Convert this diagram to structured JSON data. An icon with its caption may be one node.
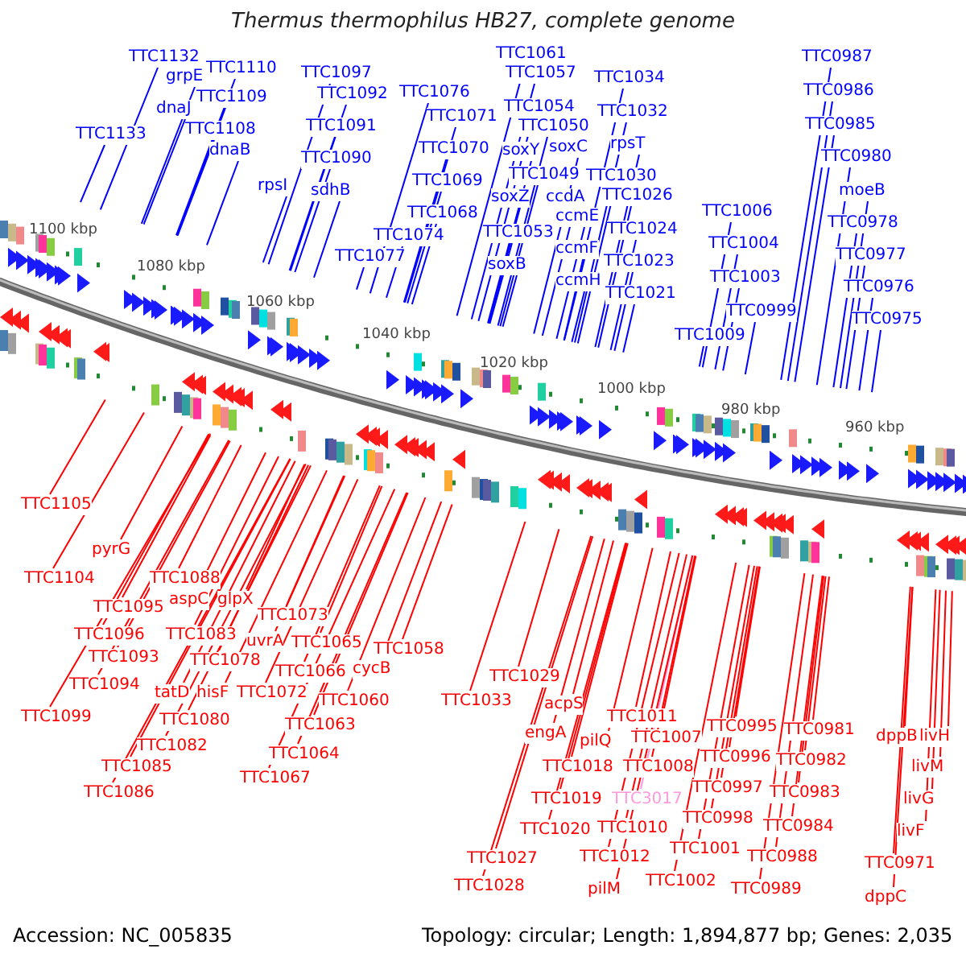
{
  "diagram": {
    "title": "Thermus thermophilus HB27, complete genome",
    "nodes": [
      {
        "text": [
          "TTC1132"
        ]
      },
      {
        "text": [
          "grpE"
        ]
      },
      {
        "text": [
          "TTC1110"
        ]
      },
      {
        "text": [
          "dnaJ"
        ]
      },
      {
        "text": [
          "TTC1133"
        ]
      },
      {
        "text": [
          "TTC1109"
        ]
      },
      {
        "text": [
          "TTC1108"
        ]
      },
      {
        "text": [
          "dnaB"
        ]
      },
      {
        "text": [
          "TTC1097"
        ]
      },
      {
        "text": [
          "TTC1092"
        ]
      },
      {
        "text": [
          "TTC1091"
        ]
      },
      {
        "text": [
          "TTC1090"
        ]
      },
      {
        "text": [
          "rpsI"
        ]
      },
      {
        "text": [
          "sdhB"
        ]
      },
      {
        "text": [
          "TTC1076"
        ]
      },
      {
        "text": [
          "TTC1071"
        ]
      },
      {
        "text": [
          "TTC1070"
        ]
      },
      {
        "text": [
          "TTC1069"
        ]
      },
      {
        "text": [
          "TTC1068"
        ]
      },
      {
        "text": [
          "TTC1074"
        ]
      },
      {
        "text": [
          "TTC1077"
        ]
      },
      {
        "text": [
          "TTC1061"
        ]
      },
      {
        "text": [
          "TTC1057"
        ]
      },
      {
        "text": [
          "TTC1054"
        ]
      },
      {
        "text": [
          "TTC1050"
        ]
      },
      {
        "text": [
          "soxY"
        ]
      },
      {
        "text": [
          "soxC"
        ]
      },
      {
        "text": [
          "TTC1049"
        ]
      },
      {
        "text": [
          "soxZ"
        ]
      },
      {
        "text": [
          "ccdA"
        ]
      },
      {
        "text": [
          "TTC1053"
        ]
      },
      {
        "text": [
          "ccmE"
        ]
      },
      {
        "text": [
          "soxB"
        ]
      },
      {
        "text": [
          "ccmF"
        ]
      },
      {
        "text": [
          "ccmH"
        ]
      },
      {
        "text": [
          "TTC1034"
        ]
      },
      {
        "text": [
          "TTC1032"
        ]
      },
      {
        "text": [
          "rpsT"
        ]
      },
      {
        "text": [
          "TTC1030"
        ]
      },
      {
        "text": [
          "TTC1026"
        ]
      },
      {
        "text": [
          "TTC1024"
        ]
      },
      {
        "text": [
          "TTC1023"
        ]
      },
      {
        "text": [
          "TTC1021"
        ]
      },
      {
        "text": [
          "TTC1006"
        ]
      },
      {
        "text": [
          "TTC1004"
        ]
      },
      {
        "text": [
          "TTC1003"
        ]
      },
      {
        "text": [
          "TTC0999"
        ]
      },
      {
        "text": [
          "TTC1009"
        ]
      },
      {
        "text": [
          "TTC0987"
        ]
      },
      {
        "text": [
          "TTC0986"
        ]
      },
      {
        "text": [
          "TTC0985"
        ]
      },
      {
        "text": [
          "TTC0980"
        ]
      },
      {
        "text": [
          "moeB"
        ]
      },
      {
        "text": [
          "TTC0978"
        ]
      },
      {
        "text": [
          "TTC0977"
        ]
      },
      {
        "text": [
          "TTC0976"
        ]
      },
      {
        "text": [
          "TTC0975"
        ]
      },
      {
        "text": [
          "TTC1105"
        ]
      },
      {
        "text": [
          "pyrG"
        ]
      },
      {
        "text": [
          "TTC1104"
        ]
      },
      {
        "text": [
          "TTC1095"
        ]
      },
      {
        "text": [
          "TTC1096"
        ]
      },
      {
        "text": [
          "TTC1093"
        ]
      },
      {
        "text": [
          "TTC1094"
        ]
      },
      {
        "text": [
          "TTC1099"
        ]
      },
      {
        "text": [
          "TTC1088"
        ]
      },
      {
        "text": [
          "aspC"
        ]
      },
      {
        "text": [
          "glpX"
        ]
      },
      {
        "text": [
          "TTC1083"
        ]
      },
      {
        "text": [
          "TTC1078"
        ]
      },
      {
        "text": [
          "tatD"
        ]
      },
      {
        "text": [
          "hisF"
        ]
      },
      {
        "text": [
          "TTC1080"
        ]
      },
      {
        "text": [
          "TTC1082"
        ]
      },
      {
        "text": [
          "TTC1085"
        ]
      },
      {
        "text": [
          "TTC1086"
        ]
      },
      {
        "text": [
          "TTC1073"
        ]
      },
      {
        "text": [
          "uvrA"
        ]
      },
      {
        "text": [
          "TTC1065"
        ]
      },
      {
        "text": [
          "TTC1066"
        ]
      },
      {
        "text": [
          "TTC1072"
        ]
      },
      {
        "text": [
          "cycB"
        ]
      },
      {
        "text": [
          "TTC1060"
        ]
      },
      {
        "text": [
          "TTC1063"
        ]
      },
      {
        "text": [
          "TTC1064"
        ]
      },
      {
        "text": [
          "TTC1067"
        ]
      },
      {
        "text": [
          "TTC1058"
        ]
      },
      {
        "text": [
          "TTC1033"
        ]
      },
      {
        "text": [
          "TTC1029"
        ]
      },
      {
        "text": [
          "acpS"
        ]
      },
      {
        "text": [
          "engA"
        ]
      },
      {
        "text": [
          "TTC1018"
        ]
      },
      {
        "text": [
          "pilQ"
        ]
      },
      {
        "text": [
          "TTC1011"
        ]
      },
      {
        "text": [
          "TTC1007"
        ]
      },
      {
        "text": [
          "TTC1008"
        ]
      },
      {
        "text": [
          "TTC1019"
        ]
      },
      {
        "text": [
          "TTC3017"
        ]
      },
      {
        "text": [
          "TTC1020"
        ]
      },
      {
        "text": [
          "TTC1010"
        ]
      },
      {
        "text": [
          "TTC1027"
        ]
      },
      {
        "text": [
          "TTC1012"
        ]
      },
      {
        "text": [
          "TTC1028"
        ]
      },
      {
        "text": [
          "pilM"
        ]
      },
      {
        "text": [
          "TTC1001"
        ]
      },
      {
        "text": [
          "TTC1002"
        ]
      },
      {
        "text": [
          "TTC0995"
        ]
      },
      {
        "text": [
          "TTC0996"
        ]
      },
      {
        "text": [
          "TTC0997"
        ]
      },
      {
        "text": [
          "TTC0998"
        ]
      },
      {
        "text": [
          "TTC0988"
        ]
      },
      {
        "text": [
          "TTC0989"
        ]
      },
      {
        "text": [
          "TTC0981"
        ]
      },
      {
        "text": [
          "TTC0982"
        ]
      },
      {
        "text": [
          "TTC0983"
        ]
      },
      {
        "text": [
          "TTC0984"
        ]
      },
      {
        "text": [
          "dppB"
        ]
      },
      {
        "text": [
          "livH"
        ]
      },
      {
        "text": [
          "livM"
        ]
      },
      {
        "text": [
          "livG"
        ]
      },
      {
        "text": [
          "livF"
        ]
      },
      {
        "text": [
          "TTC0971"
        ]
      },
      {
        "text": [
          "dppC"
        ]
      }
    ],
    "edges": [
      {
        "from": 0,
        "to": null,
        "arrow": "none",
        "color": "#0000ff"
      },
      {
        "from": 1,
        "to": null,
        "arrow": "none",
        "color": "#0000ff"
      },
      {
        "from": 2,
        "to": null,
        "arrow": "none",
        "color": "#0000ff"
      },
      {
        "from": 3,
        "to": null,
        "arrow": "none",
        "color": "#0000ff"
      },
      {
        "from": 4,
        "to": null,
        "arrow": "none",
        "color": "#0000ff"
      },
      {
        "from": 5,
        "to": null,
        "arrow": "none",
        "color": "#0000ff"
      },
      {
        "from": 6,
        "to": null,
        "arrow": "none",
        "color": "#0000ff"
      },
      {
        "from": 7,
        "to": null,
        "arrow": "none",
        "color": "#0000ff"
      },
      {
        "from": 8,
        "to": null,
        "arrow": "none",
        "color": "#0000ff"
      },
      {
        "from": 9,
        "to": null,
        "arrow": "none",
        "color": "#0000ff"
      },
      {
        "from": 10,
        "to": null,
        "arrow": "none",
        "color": "#0000ff"
      },
      {
        "from": 11,
        "to": null,
        "arrow": "none",
        "color": "#0000ff"
      },
      {
        "from": 12,
        "to": null,
        "arrow": "none",
        "color": "#0000ff"
      },
      {
        "from": 13,
        "to": null,
        "arrow": "none",
        "color": "#0000ff"
      },
      {
        "from": 14,
        "to": null,
        "arrow": "none",
        "color": "#0000ff"
      },
      {
        "from": 15,
        "to": null,
        "arrow": "none",
        "color": "#0000ff"
      },
      {
        "from": 16,
        "to": null,
        "arrow": "none",
        "color": "#0000ff"
      },
      {
        "from": 17,
        "to": null,
        "arrow": "none",
        "color": "#0000ff"
      },
      {
        "from": 18,
        "to": null,
        "arrow": "none",
        "color": "#0000ff"
      },
      {
        "from": 19,
        "to": null,
        "arrow": "none",
        "color": "#0000ff"
      },
      {
        "from": 20,
        "to": null,
        "arrow": "none",
        "color": "#0000ff"
      },
      {
        "from": 21,
        "to": null,
        "arrow": "none",
        "color": "#0000ff"
      },
      {
        "from": 22,
        "to": null,
        "arrow": "none",
        "color": "#0000ff"
      },
      {
        "from": 23,
        "to": null,
        "arrow": "none",
        "color": "#0000ff"
      },
      {
        "from": 24,
        "to": null,
        "arrow": "none",
        "color": "#0000ff"
      },
      {
        "from": 25,
        "to": null,
        "arrow": "none",
        "color": "#0000ff"
      },
      {
        "from": 26,
        "to": null,
        "arrow": "none",
        "color": "#0000ff"
      },
      {
        "from": 27,
        "to": null,
        "arrow": "none",
        "color": "#0000ff"
      },
      {
        "from": 28,
        "to": null,
        "arrow": "none",
        "color": "#0000ff"
      },
      {
        "from": 29,
        "to": null,
        "arrow": "none",
        "color": "#0000ff"
      },
      {
        "from": 30,
        "to": null,
        "arrow": "none",
        "color": "#0000ff"
      },
      {
        "from": 31,
        "to": null,
        "arrow": "none",
        "color": "#0000ff"
      },
      {
        "from": 32,
        "to": null,
        "arrow": "none",
        "color": "#0000ff"
      },
      {
        "from": 33,
        "to": null,
        "arrow": "none",
        "color": "#0000ff"
      },
      {
        "from": 34,
        "to": null,
        "arrow": "none",
        "color": "#0000ff"
      },
      {
        "from": 35,
        "to": null,
        "arrow": "none",
        "color": "#0000ff"
      },
      {
        "from": 36,
        "to": null,
        "arrow": "none",
        "color": "#0000ff"
      },
      {
        "from": 37,
        "to": null,
        "arrow": "none",
        "color": "#0000ff"
      },
      {
        "from": 38,
        "to": null,
        "arrow": "none",
        "color": "#0000ff"
      },
      {
        "from": 39,
        "to": null,
        "arrow": "none",
        "color": "#0000ff"
      },
      {
        "from": 40,
        "to": null,
        "arrow": "none",
        "color": "#0000ff"
      },
      {
        "from": 41,
        "to": null,
        "arrow": "none",
        "color": "#0000ff"
      },
      {
        "from": 42,
        "to": null,
        "arrow": "none",
        "color": "#0000ff"
      },
      {
        "from": 43,
        "to": null,
        "arrow": "none",
        "color": "#0000ff"
      },
      {
        "from": 44,
        "to": null,
        "arrow": "none",
        "color": "#0000ff"
      },
      {
        "from": 45,
        "to": null,
        "arrow": "none",
        "color": "#0000ff"
      },
      {
        "from": 46,
        "to": null,
        "arrow": "none",
        "color": "#0000ff"
      },
      {
        "from": 47,
        "to": null,
        "arrow": "none",
        "color": "#0000ff"
      },
      {
        "from": 48,
        "to": null,
        "arrow": "none",
        "color": "#0000ff"
      },
      {
        "from": 49,
        "to": null,
        "arrow": "none",
        "color": "#0000ff"
      },
      {
        "from": 50,
        "to": null,
        "arrow": "none",
        "color": "#0000ff"
      },
      {
        "from": 51,
        "to": null,
        "arrow": "none",
        "color": "#0000ff"
      },
      {
        "from": 52,
        "to": null,
        "arrow": "none",
        "color": "#0000ff"
      },
      {
        "from": 53,
        "to": null,
        "arrow": "none",
        "color": "#0000ff"
      },
      {
        "from": 54,
        "to": null,
        "arrow": "none",
        "color": "#0000ff"
      },
      {
        "from": 55,
        "to": null,
        "arrow": "none",
        "color": "#0000ff"
      },
      {
        "from": 56,
        "to": null,
        "arrow": "none",
        "color": "#0000ff"
      },
      {
        "from": 57,
        "to": null,
        "arrow": "none"
      },
      {
        "from": 58,
        "to": null,
        "arrow": "none"
      },
      {
        "from": 59,
        "to": null,
        "arrow": "none"
      },
      {
        "from": 60,
        "to": null,
        "arrow": "none"
      },
      {
        "from": 61,
        "to": null,
        "arrow": "none"
      },
      {
        "from": 62,
        "to": null,
        "arrow": "none"
      },
      {
        "from": 63,
        "to": null,
        "arrow": "none"
      },
      {
        "from": 64,
        "to": null,
        "arrow": "none"
      },
      {
        "from": 65,
        "to": null,
        "arrow": "none"
      },
      {
        "from": 66,
        "to": null,
        "arrow": "none"
      },
      {
        "from": 67,
        "to": null,
        "arrow": "none"
      },
      {
        "from": 68,
        "to": null,
        "arrow": "none"
      },
      {
        "from": 69,
        "to": null,
        "arrow": "none"
      },
      {
        "from": 70,
        "to": null,
        "arrow": "none"
      },
      {
        "from": 71,
        "to": null,
        "arrow": "none"
      },
      {
        "from": 72,
        "to": null,
        "arrow": "none"
      },
      {
        "from": 73,
        "to": null,
        "arrow": "none"
      },
      {
        "from": 74,
        "to": null,
        "arrow": "none"
      },
      {
        "from": 75,
        "to": null,
        "arrow": "none"
      },
      {
        "from": 76,
        "to": null,
        "arrow": "none"
      },
      {
        "from": 77,
        "to": null,
        "arrow": "none"
      },
      {
        "from": 78,
        "to": null,
        "arrow": "none"
      },
      {
        "from": 79,
        "to": null,
        "arrow": "none"
      },
      {
        "from": 80,
        "to": null,
        "arrow": "none"
      },
      {
        "from": 81,
        "to": null,
        "arrow": "none"
      },
      {
        "from": 82,
        "to": null,
        "arrow": "none"
      },
      {
        "from": 83,
        "to": null,
        "arrow": "none"
      },
      {
        "from": 84,
        "to": null,
        "arrow": "none"
      },
      {
        "from": 85,
        "to": null,
        "arrow": "none"
      },
      {
        "from": 86,
        "to": null,
        "arrow": "none"
      },
      {
        "from": 87,
        "to": null,
        "arrow": "none"
      },
      {
        "from": 88,
        "to": null,
        "arrow": "none"
      },
      {
        "from": 89,
        "to": null,
        "arrow": "none"
      },
      {
        "from": 90,
        "to": null,
        "arrow": "none"
      },
      {
        "from": 91,
        "to": null,
        "arrow": "none"
      },
      {
        "from": 92,
        "to": null,
        "arrow": "none"
      },
      {
        "from": 93,
        "to": null,
        "arrow": "none"
      },
      {
        "from": 94,
        "to": null,
        "arrow": "none"
      },
      {
        "from": 95,
        "to": null,
        "arrow": "none"
      },
      {
        "from": 96,
        "to": null,
        "arrow": "none"
      },
      {
        "from": 97,
        "to": null,
        "arrow": "none",
        "color": "#ff99dd"
      },
      {
        "from": 98,
        "to": null,
        "arrow": "none"
      },
      {
        "from": 99,
        "to": null,
        "arrow": "none"
      },
      {
        "from": 100,
        "to": null,
        "arrow": "none"
      },
      {
        "from": 101,
        "to": null,
        "arrow": "none"
      },
      {
        "from": 102,
        "to": null,
        "arrow": "none"
      },
      {
        "from": 103,
        "to": null,
        "arrow": "none"
      },
      {
        "from": 104,
        "to": null,
        "arrow": "none"
      },
      {
        "from": 105,
        "to": null,
        "arrow": "none"
      },
      {
        "from": 106,
        "to": null,
        "arrow": "none"
      },
      {
        "from": 107,
        "to": null,
        "arrow": "none"
      },
      {
        "from": 108,
        "to": null,
        "arrow": "none"
      },
      {
        "from": 109,
        "to": null,
        "arrow": "none"
      },
      {
        "from": 110,
        "to": null,
        "arrow": "none"
      },
      {
        "from": 111,
        "to": null,
        "arrow": "none"
      },
      {
        "from": 112,
        "to": null,
        "arrow": "none"
      },
      {
        "from": 113,
        "to": null,
        "arrow": "none"
      },
      {
        "from": 114,
        "to": null,
        "arrow": "none"
      },
      {
        "from": 115,
        "to": null,
        "arrow": "none"
      },
      {
        "from": 116,
        "to": null,
        "arrow": "none"
      },
      {
        "from": 117,
        "to": null,
        "arrow": "none"
      },
      {
        "from": 118,
        "to": null,
        "arrow": "none"
      },
      {
        "from": 119,
        "to": null,
        "arrow": "none"
      },
      {
        "from": 120,
        "to": null,
        "arrow": "none"
      },
      {
        "from": 121,
        "to": null,
        "arrow": "none"
      },
      {
        "from": 122,
        "to": null,
        "arrow": "none"
      }
    ],
    "labels": [
      "1100 kbp",
      "1080 kbp",
      "1060 kbp",
      "1040 kbp",
      "1020 kbp",
      "1000 kbp",
      "980 kbp",
      "960 kbp",
      "Accession: NC_005835",
      "Topology: circular; Length: 1,894,877 bp; Genes: 2,035"
    ]
  }
}
